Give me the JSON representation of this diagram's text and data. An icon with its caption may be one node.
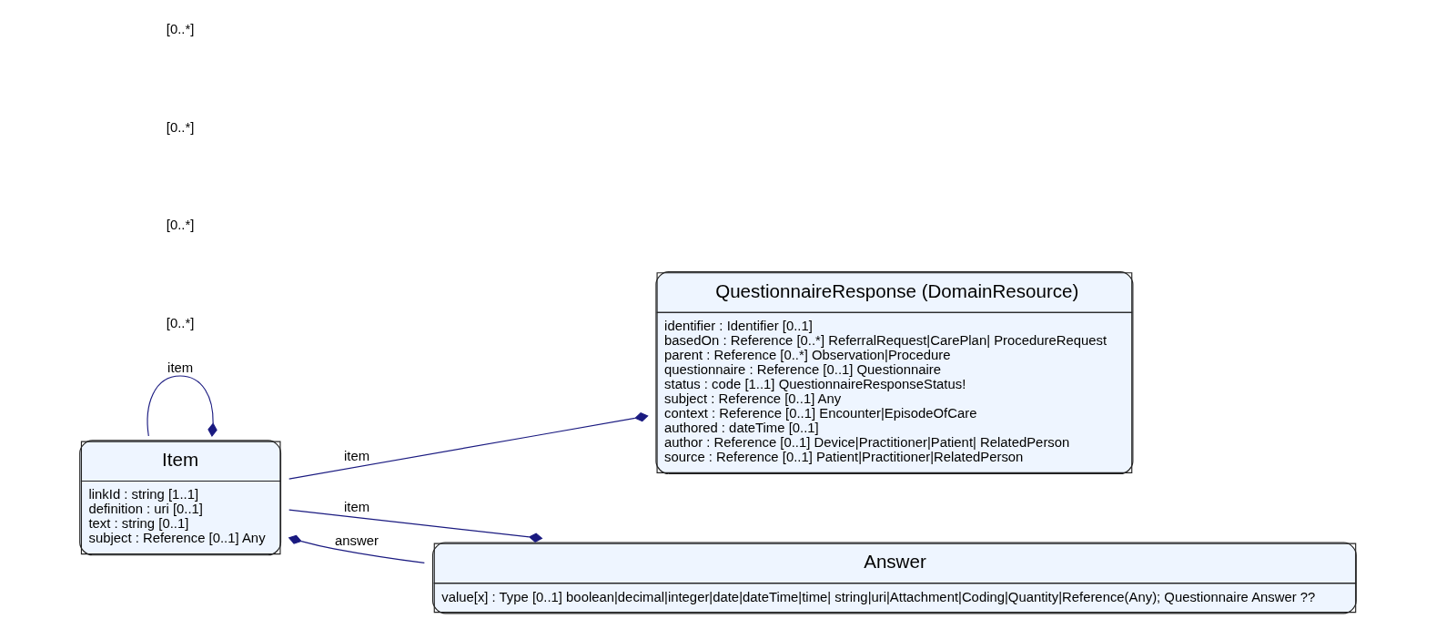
{
  "diagram": {
    "nodes": [
      {
        "text": [
          "QuestionnaireResponse (DomainResource)",
          "identifier : Identifier [0..1]",
          "basedOn : Reference [0..*] ReferralRequest|CarePlan| ProcedureRequest",
          "parent : Reference [0..*] Observation|Procedure",
          "questionnaire : Reference [0..1] Questionnaire",
          "status : code [1..1] QuestionnaireResponseStatus!",
          "subject : Reference [0..1] Any",
          "context : Reference [0..1] Encounter|EpisodeOfCare",
          "authored : dateTime [0..1]",
          "author : Reference [0..1] Device|Practitioner|Patient| RelatedPerson",
          "source : Reference [0..1] Patient|Practitioner|RelatedPerson"
        ]
      },
      {
        "text": [
          "Item",
          "linkId : string [1..1]",
          "definition : uri [0..1]",
          "text : string [0..1]",
          "subject : Reference [0..1] Any"
        ]
      },
      {
        "text": [
          "Answer",
          "value[x] : Type [0..1] boolean|decimal|integer|date|dateTime|time| string|uri|Attachment|Coding|Quantity|Reference(Any); Questionnaire Answer ??"
        ]
      }
    ],
    "edges": [
      {
        "from": 1,
        "to": 0,
        "arrow": "other",
        "label": "item"
      },
      {
        "from": 1,
        "to": 1,
        "arrow": "other",
        "label": "item"
      },
      {
        "from": 1,
        "to": 2,
        "arrow": "other",
        "label": "item"
      },
      {
        "from": 2,
        "to": 1,
        "arrow": "other",
        "label": "answer"
      }
    ],
    "labels": [
      "[0..*]",
      "[0..*]",
      "[0..*]",
      "[0..*]"
    ]
  }
}
